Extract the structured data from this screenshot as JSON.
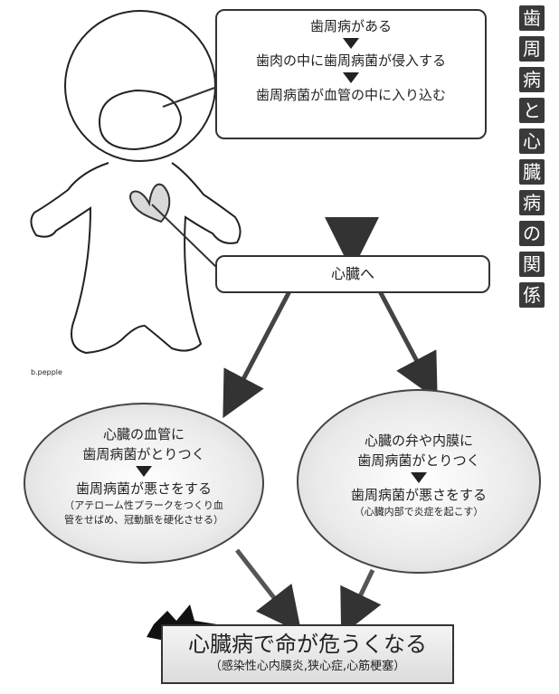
{
  "vertical_title": [
    "歯",
    "周",
    "病",
    "と",
    "心",
    "臓",
    "病",
    "の",
    "関",
    "係"
  ],
  "top_box": {
    "line1": "歯周病がある",
    "line2": "歯肉の中に歯周病菌が侵入する",
    "line3": "歯周病菌が血管の中に入り込む"
  },
  "to_heart_box": {
    "label": "心臓へ"
  },
  "credit": "b.pepple",
  "left_oval": {
    "line1": "心臓の血管に",
    "line2": "歯周病菌がとりつく",
    "line3": "歯周病菌が悪さをする",
    "note1": "（アテローム性プラークをつくり血",
    "note2": "管をせばめ、冠動脈を硬化させる）"
  },
  "right_oval": {
    "line1": "心臓の弁や内膜に",
    "line2": "歯周病菌がとりつく",
    "line3": "歯周病菌が悪さをする",
    "note": "（心臓内部で炎症を起こす）"
  },
  "conclusion": {
    "main": "心臓病で命が危うくなる",
    "sub": "（感染性心内膜炎,狭心症,心筋梗塞）"
  },
  "colors": {
    "ink": "#222222",
    "title_bg": "#3a3a3a",
    "arrow": "#333333"
  }
}
